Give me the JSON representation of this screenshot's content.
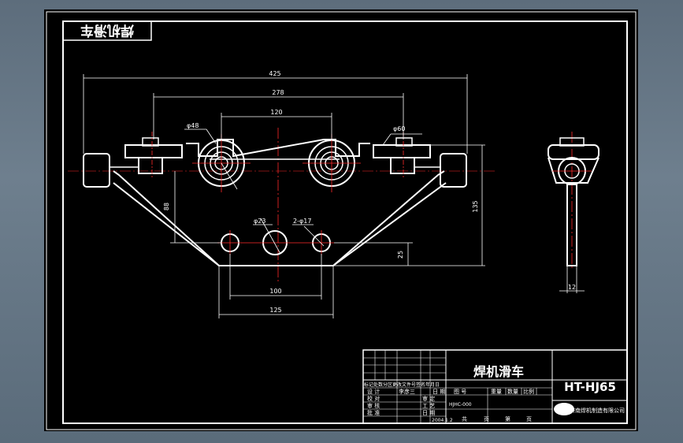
{
  "titlebox": {
    "label": "焊机滑车"
  },
  "dims": {
    "d425": "425",
    "d278": "278",
    "d120": "120",
    "phi48": "φ48",
    "phi60": "φ60",
    "d88": "88",
    "d135": "135",
    "phi23": "φ23",
    "phi17": "2-φ17",
    "d25": "25",
    "d100": "100",
    "d125": "125",
    "d12": "12"
  },
  "title_block": {
    "part_name": "焊机滑车",
    "drawing_no": "HT-HJ65",
    "code": "HJHC-000",
    "company": "济南焊机制造有限公司",
    "revision_header": "标记处数分区更改文件号签名年月日",
    "labels": {
      "design": "设 计",
      "designer": "李彦三",
      "date": "日 期",
      "check": "校 对",
      "review": "审 核",
      "approve": "批 准",
      "standard": "审 定",
      "process": "工 艺",
      "date2": "日 期",
      "date_value": "2004.1.2",
      "qty_label": "图 号",
      "weight_label": "重量",
      "count_label": "数量",
      "scale_label": "比例",
      "total_label": "共",
      "sheet_label": "页",
      "page_label": "第",
      "page_suffix": "页"
    }
  }
}
